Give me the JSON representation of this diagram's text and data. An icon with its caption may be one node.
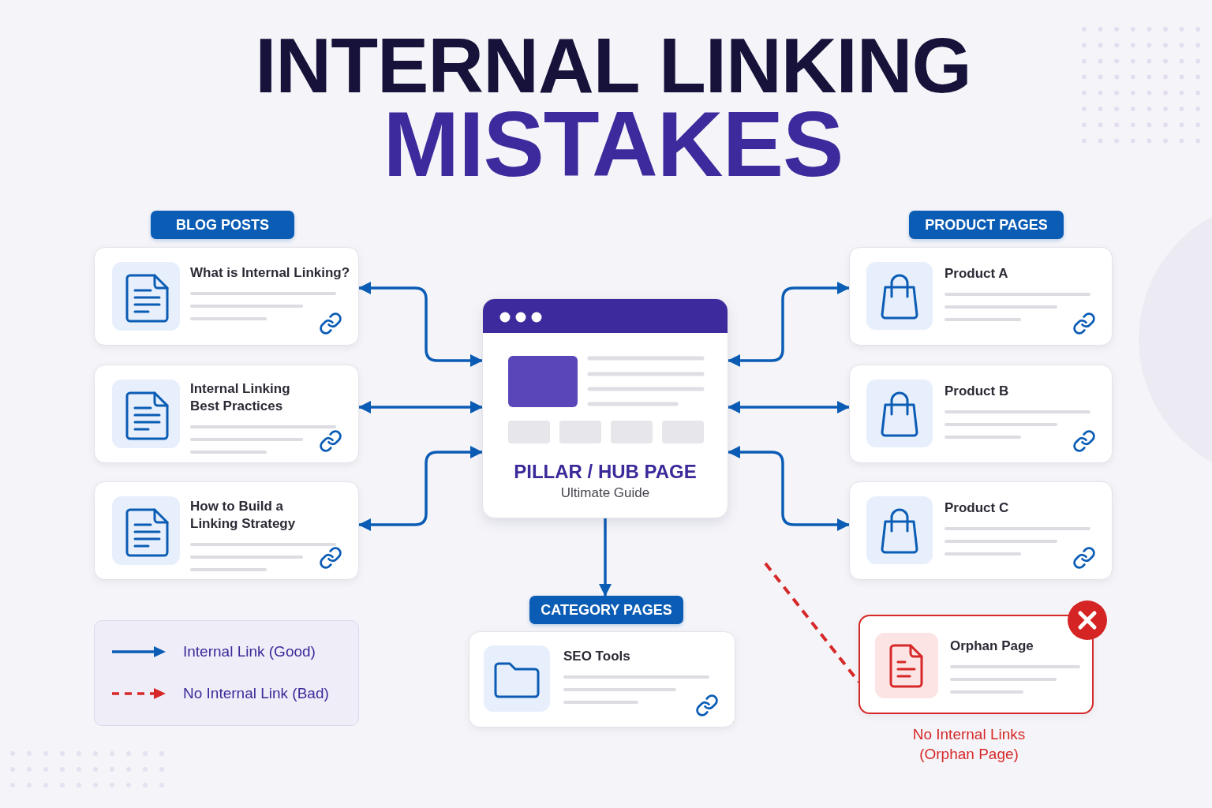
{
  "diagram": {
    "title": "INTERNAL LINKING MISTAKES",
    "nodes": [
      {
        "text": [
          "BLOG POSTS"
        ]
      },
      {
        "text": [
          "What is Internal Linking?"
        ]
      },
      {
        "text": [
          "Internal Linking Best Practices"
        ]
      },
      {
        "text": [
          "How to Build a Linking Strategy"
        ]
      },
      {
        "text": [
          "PILLAR / HUB PAGE",
          "Ultimate Guide"
        ]
      },
      {
        "text": [
          "CATEGORY PAGES"
        ]
      },
      {
        "text": [
          "SEO Tools"
        ]
      },
      {
        "text": [
          "PRODUCT PAGES"
        ]
      },
      {
        "text": [
          "Product A"
        ]
      },
      {
        "text": [
          "Product B"
        ]
      },
      {
        "text": [
          "Product C"
        ]
      },
      {
        "text": [
          "Orphan Page"
        ],
        "beside": [
          "No Internal Links (Orphan Page)"
        ]
      }
    ],
    "edges": [
      {
        "from": 4,
        "to": 1,
        "arrow": "both"
      },
      {
        "from": 4,
        "to": 2,
        "arrow": "both"
      },
      {
        "from": 4,
        "to": 3,
        "arrow": "both"
      },
      {
        "from": 4,
        "to": 8,
        "arrow": "both"
      },
      {
        "from": 4,
        "to": 9,
        "arrow": "both"
      },
      {
        "from": 4,
        "to": 10,
        "arrow": "both"
      },
      {
        "from": 4,
        "to": 5,
        "arrow": "to"
      },
      {
        "from": null,
        "to": 11,
        "arrow": "none",
        "style": "dashed",
        "color": "#d62828"
      }
    ],
    "legend": [
      {
        "text": "Internal Link (Good)"
      },
      {
        "text": "No Internal Link (Bad)"
      }
    ]
  }
}
